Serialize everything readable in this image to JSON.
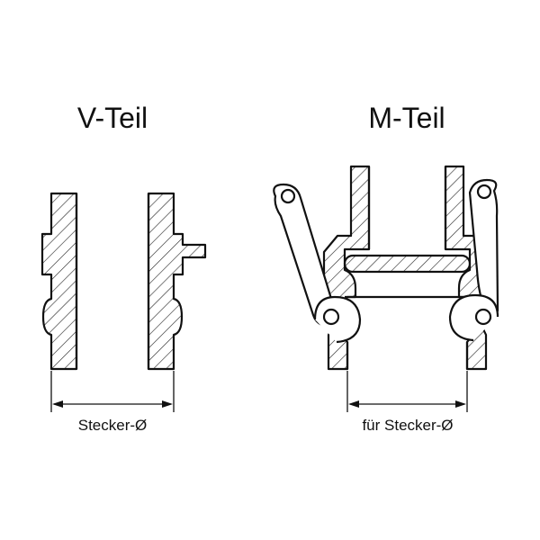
{
  "left_part": {
    "title": "V-Teil",
    "dimension_label": "Stecker-Ø"
  },
  "right_part": {
    "title": "M-Teil",
    "dimension_label": "für Stecker-Ø"
  }
}
